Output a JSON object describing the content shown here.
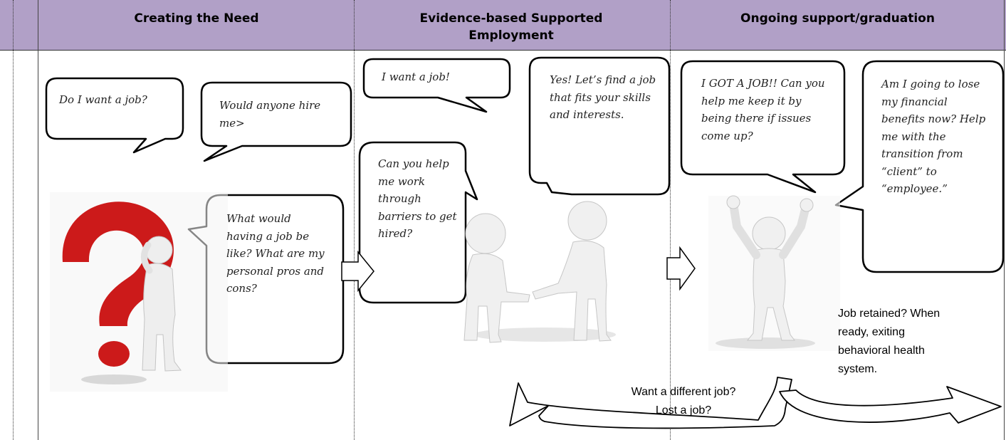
{
  "columns": [
    {
      "title": "Creating the Need"
    },
    {
      "title": "Evidence-based Supported Employment"
    },
    {
      "title": "Ongoing support/graduation"
    }
  ],
  "bubbles": {
    "want_job": "Do I want a job?",
    "hire_me": "Would anyone hire me>",
    "job_like": "What would having a job be like? What are my personal pros and cons?",
    "i_want_job": "I want a job!",
    "barriers": "Can you help me work through barriers to get hired?",
    "find_job": "Yes! Let’s find a job that fits your skills and interests.",
    "got_job": "I GOT A JOB!! Can you help me keep it by being there if issues come up?",
    "benefits": "Am I going to lose my financial benefits now? Help me with the transition from “client” to “employee.”"
  },
  "labels": {
    "different_job": "Want a different job?",
    "lost_job": "Lost a job?",
    "retained": "Job retained? When ready, exiting behavioral health system."
  },
  "colors": {
    "header": "#b1a0c7",
    "question_mark": "#cc1a1a"
  },
  "icons": [
    "question-mark-figure",
    "handshake-figures",
    "celebrating-figure",
    "right-arrow",
    "cycle-arrow"
  ]
}
